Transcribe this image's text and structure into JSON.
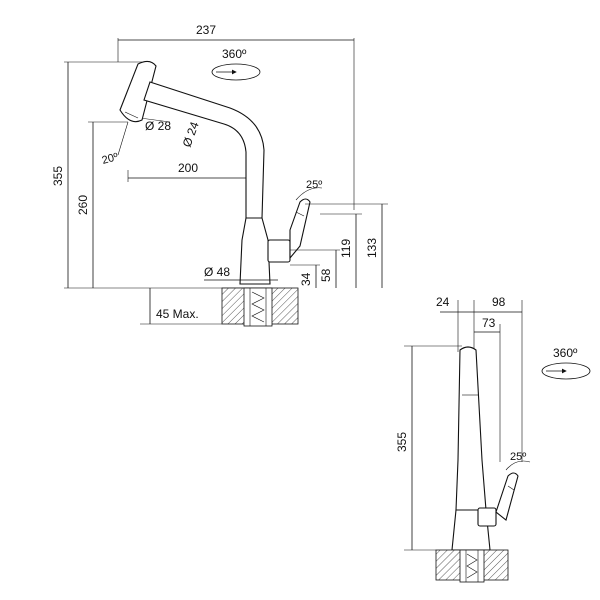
{
  "side_view": {
    "width_total": "237",
    "rotation": "360º",
    "spout_head_diameter": "Ø 28",
    "spout_tube_diameter": "Ø 24",
    "head_tilt_angle": "20º",
    "spout_reach": "200",
    "height_total": "355",
    "height_spout": "260",
    "lever_angle": "25º",
    "lever_h1": "119",
    "lever_h2": "133",
    "lever_h3": "58",
    "lever_h4": "34",
    "base_diameter": "Ø 48",
    "deck_thickness": "45 Max."
  },
  "front_view": {
    "offset_left": "24",
    "width_total": "98",
    "width_inner": "73",
    "rotation": "360º",
    "height_total": "355",
    "lever_angle": "25º"
  }
}
